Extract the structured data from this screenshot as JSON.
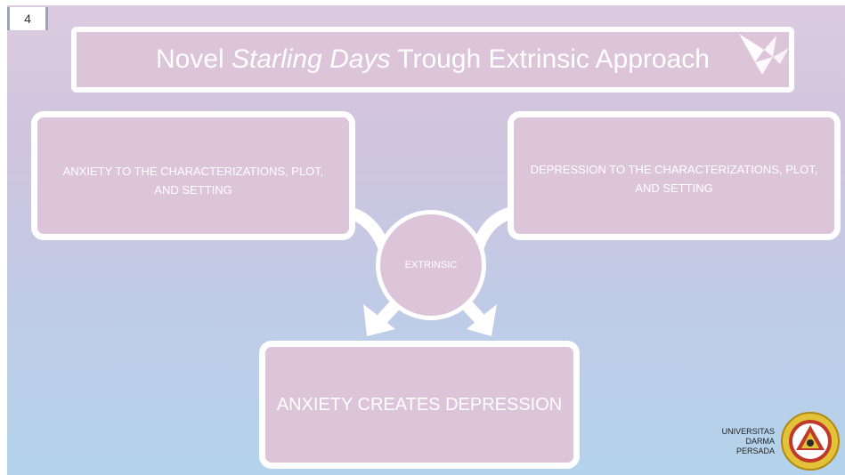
{
  "slide": {
    "number": "4"
  },
  "title": {
    "part1": "Novel ",
    "italic": "Starling Days",
    "part2": " Trough Extrinsic Approach"
  },
  "boxes": {
    "left": "ANXIETY TO THE CHARACTERIZATIONS, PLOT, AND SETTING",
    "right": "DEPRESSION TO THE CHARACTERIZATIONS, PLOT, AND SETTING",
    "center": "EXTRINSIC",
    "bottom": "ANXIETY CREATES DEPRESSION"
  },
  "university": {
    "line1": "UNIVERSITAS",
    "line2": "DARMA",
    "line3": "PERSADA"
  },
  "colors": {
    "box_fill": "#dcc4d9",
    "border": "#ffffff",
    "bg_top": "#dccbe0",
    "bg_bottom": "#b4d3ec"
  }
}
